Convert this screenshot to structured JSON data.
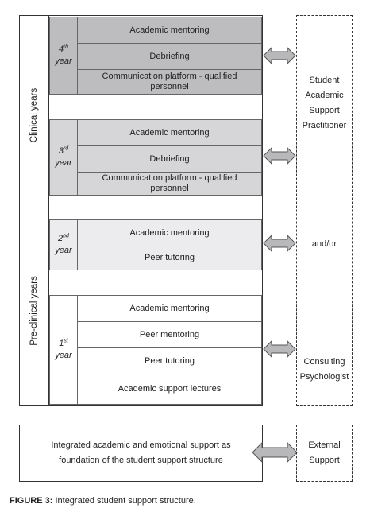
{
  "phases": {
    "clinical": "Clinical years",
    "preclinical": "Pre-clinical years"
  },
  "years": [
    {
      "num": "4",
      "suffix": "th",
      "word": "year",
      "items": [
        "Academic mentoring",
        "Debriefing",
        "Communication platform - qualified personnel"
      ]
    },
    {
      "num": "3",
      "suffix": "rd",
      "word": "year",
      "items": [
        "Academic mentoring",
        "Debriefing",
        "Communication platform - qualified personnel"
      ]
    },
    {
      "num": "2",
      "suffix": "nd",
      "word": "year",
      "items": [
        "Academic mentoring",
        "Peer tutoring"
      ]
    },
    {
      "num": "1",
      "suffix": "st",
      "word": "year",
      "items": [
        "Academic mentoring",
        "Peer mentoring",
        "Peer tutoring",
        "Academic support lectures"
      ]
    }
  ],
  "right_panel": {
    "top_lines": [
      "Student",
      "Academic",
      "Support",
      "Practitioner"
    ],
    "middle": "and/or",
    "bottom_lines": [
      "Consulting",
      "Psychologist"
    ]
  },
  "foundation": {
    "lines": [
      "Integrated academic and emotional support as",
      "foundation of the student support structure"
    ]
  },
  "external": {
    "lines": [
      "External",
      "Support"
    ]
  },
  "caption": {
    "label": "FIGURE 3:",
    "text": " Integrated student support structure."
  }
}
